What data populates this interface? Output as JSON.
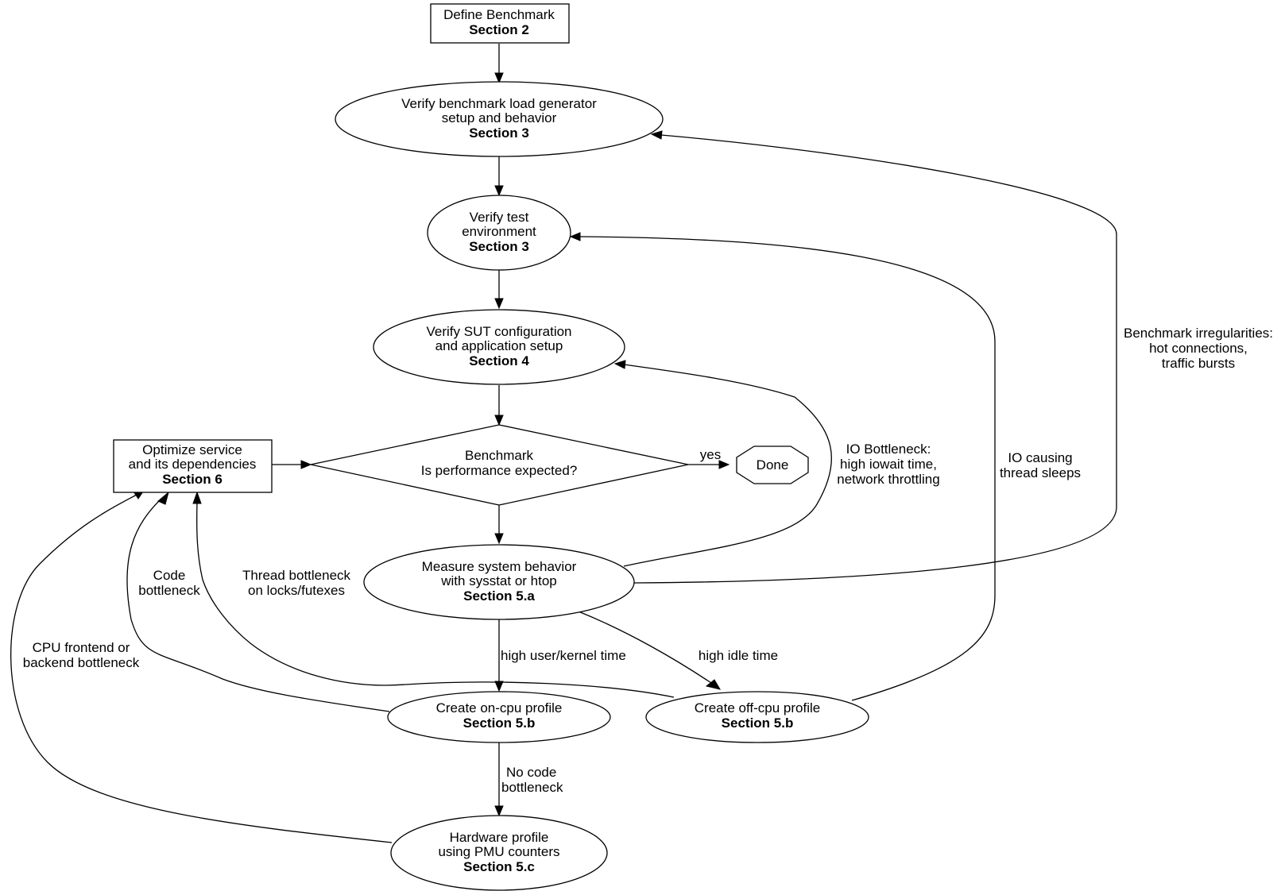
{
  "nodes": {
    "define_benchmark": {
      "line1": "Define Benchmark",
      "bold": "Section 2"
    },
    "verify_load_generator": {
      "line1": "Verify benchmark load generator",
      "line2": "setup and behavior",
      "bold": "Section 3"
    },
    "verify_test_env": {
      "line1": "Verify test",
      "line2": "environment",
      "bold": "Section 3"
    },
    "verify_sut": {
      "line1": "Verify SUT configuration",
      "line2": "and application setup",
      "bold": "Section 4"
    },
    "benchmark_decision": {
      "line1": "Benchmark",
      "line2": "Is performance expected?"
    },
    "done": {
      "line1": "Done"
    },
    "optimize_service": {
      "line1": "Optimize service",
      "line2": "and its dependencies",
      "bold": "Section 6"
    },
    "measure_system": {
      "line1": "Measure system behavior",
      "line2": "with sysstat or htop",
      "bold": "Section 5.a"
    },
    "on_cpu_profile": {
      "line1": "Create on-cpu profile",
      "bold": "Section 5.b"
    },
    "off_cpu_profile": {
      "line1": "Create off-cpu profile",
      "bold": "Section 5.b"
    },
    "hardware_profile": {
      "line1": "Hardware profile",
      "line2": "using PMU counters",
      "bold": "Section 5.c"
    }
  },
  "edge_labels": {
    "yes": "yes",
    "io_bottleneck": [
      "IO Bottleneck:",
      "high iowait time,",
      "network throttling"
    ],
    "io_causing": [
      "IO causing",
      "thread sleeps"
    ],
    "benchmark_irregularities": [
      "Benchmark irregularities:",
      "hot connections,",
      "traffic bursts"
    ],
    "code_bottleneck": [
      "Code",
      "bottleneck"
    ],
    "thread_bottleneck": [
      "Thread bottleneck",
      "on locks/futexes"
    ],
    "cpu_frontend": [
      "CPU frontend or",
      "backend bottleneck"
    ],
    "high_user_kernel": "high user/kernel time",
    "high_idle": "high idle time",
    "no_code_bottleneck": [
      "No code",
      "bottleneck"
    ]
  }
}
